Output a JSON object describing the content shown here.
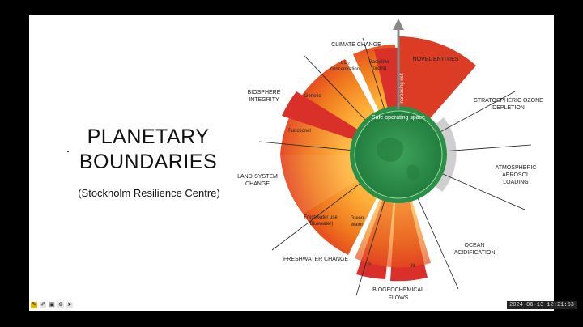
{
  "slide": {
    "title_line1": "PLANETARY",
    "title_line2": "BOUNDARIES",
    "subtitle": "(Stockholm Resilience Centre)"
  },
  "diagram": {
    "center_label": "Safe operating space",
    "risk_label": "Increasing risk",
    "categories": {
      "climate_change": "CLIMATE CHANGE",
      "novel_entities": "NOVEL ENTITIES",
      "ozone_1": "STRATOSPHERIC OZONE",
      "ozone_2": "DEPLETION",
      "aerosol_1": "ATMOSPHERIC",
      "aerosol_2": "AEROSOL",
      "aerosol_3": "LOADING",
      "ocean_1": "OCEAN",
      "ocean_2": "ACIDIFICATION",
      "biogeo_1": "BIOGEOCHEMICAL",
      "biogeo_2": "FLOWS",
      "freshwater": "FRESHWATER CHANGE",
      "land_1": "LAND-SYSTEM",
      "land_2": "CHANGE",
      "biosphere_1": "BIOSPHERE",
      "biosphere_2": "INTEGRITY"
    },
    "sub": {
      "co2_1": "CO₂",
      "co2_2": "concentration",
      "rad_1": "Radiative",
      "rad_2": "forcing",
      "genetic": "Genetic",
      "functional": "Functional",
      "p": "P",
      "n": "N",
      "blue_1": "Freshwater use",
      "blue_2": "(Bluewater)",
      "green_1": "Green",
      "green_2": "water"
    },
    "colors": {
      "safe": "#2e9a4e",
      "zone": "#f39a22",
      "high": "#d9302a",
      "grey": "#cfcfcf"
    }
  },
  "taskbar": {
    "timestamp": "2024-06-13 12:21:53",
    "icons": [
      "pen-icon",
      "edit-icon",
      "image-icon",
      "zoom-icon",
      "forward-icon"
    ]
  }
}
